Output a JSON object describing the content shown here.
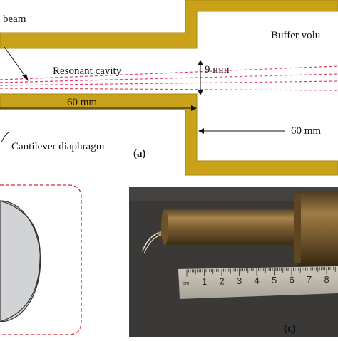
{
  "figure": {
    "panel_a": {
      "id_label": "(a)",
      "labels": {
        "beam": "beam",
        "resonant_cavity": "Resonant cavity",
        "buffer_volume": "Buffer volu",
        "cavity_diameter": "9 mm",
        "cavity_length": "60 mm",
        "buffer_length": "60 mm",
        "cantilever": "Cantilever diaphragm"
      },
      "colors": {
        "metal": "#c9a21a",
        "metal_edge": "#a8850f",
        "beam_lines": "#e0456b"
      }
    },
    "panel_b": {
      "colors": {
        "outline": "#d9263f",
        "disk": "#d2d3d5"
      }
    },
    "panel_c": {
      "id_label": "(c)",
      "ruler": {
        "unit_label": "cm",
        "numbers": [
          "1",
          "2",
          "3",
          "4",
          "5",
          "6",
          "7",
          "8"
        ]
      },
      "colors": {
        "background": "#3a3938",
        "brass": "#8f6b35"
      }
    }
  }
}
